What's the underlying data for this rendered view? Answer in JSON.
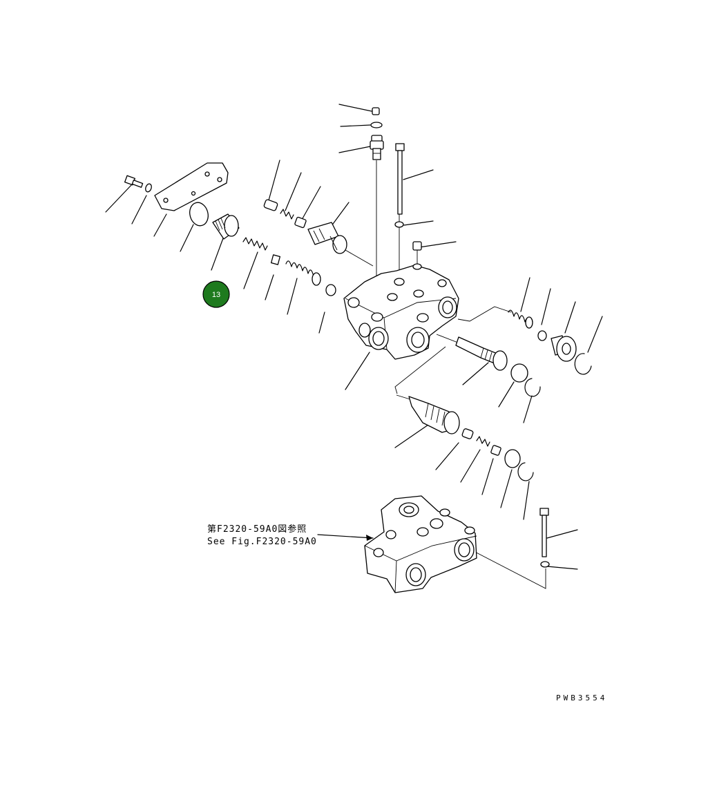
{
  "diagram": {
    "callout": {
      "number": "13",
      "color": "#1e7a1e"
    },
    "reference_note": {
      "line_jp": "第F2320-59A0図参照",
      "line_en": "See Fig.F2320-59A0"
    },
    "drawing_code": "PWB3554"
  }
}
